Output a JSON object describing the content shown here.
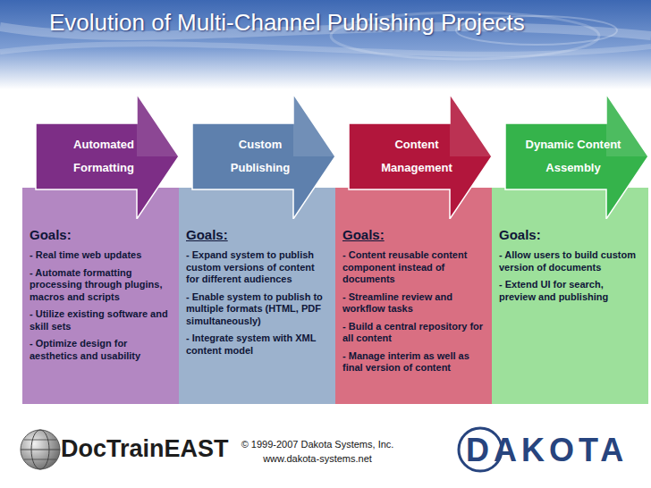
{
  "diagram": {
    "title": "Evolution of Multi-Channel Publishing Projects",
    "nodes": [
      {
        "text": [
          "Automated Formatting"
        ]
      },
      {
        "text": [
          "Custom Publishing"
        ]
      },
      {
        "text": [
          "Content Management"
        ]
      },
      {
        "text": [
          "Dynamic Content Assembly"
        ]
      },
      {
        "text": [
          "Goals:",
          "- Real time web updates",
          "- Automate formatting processing through plugins, macros and scripts",
          "- Utilize existing software and skill sets",
          "- Optimize design for aesthetics and usability"
        ]
      },
      {
        "text": [
          "Goals:",
          "- Expand system to publish custom versions of content for different audiences",
          "- Enable system to publish to multiple formats (HTML, PDF simultaneously)",
          "- Integrate system with XML content model"
        ]
      },
      {
        "text": [
          "Goals:",
          "- Content reusable content component instead of documents",
          "- Streamline review and workflow tasks",
          "- Build a central repository for all content",
          "- Manage interim as well as final version of content"
        ]
      },
      {
        "text": [
          "Goals:",
          "- Allow users to build custom version of documents",
          "- Extend UI for search, preview and publishing"
        ]
      }
    ],
    "labels": [
      "DocTrainEAST",
      "© 1999-2007 Dakota Systems, Inc.",
      "www.dakota-systems.net",
      "DAKOTA"
    ]
  }
}
